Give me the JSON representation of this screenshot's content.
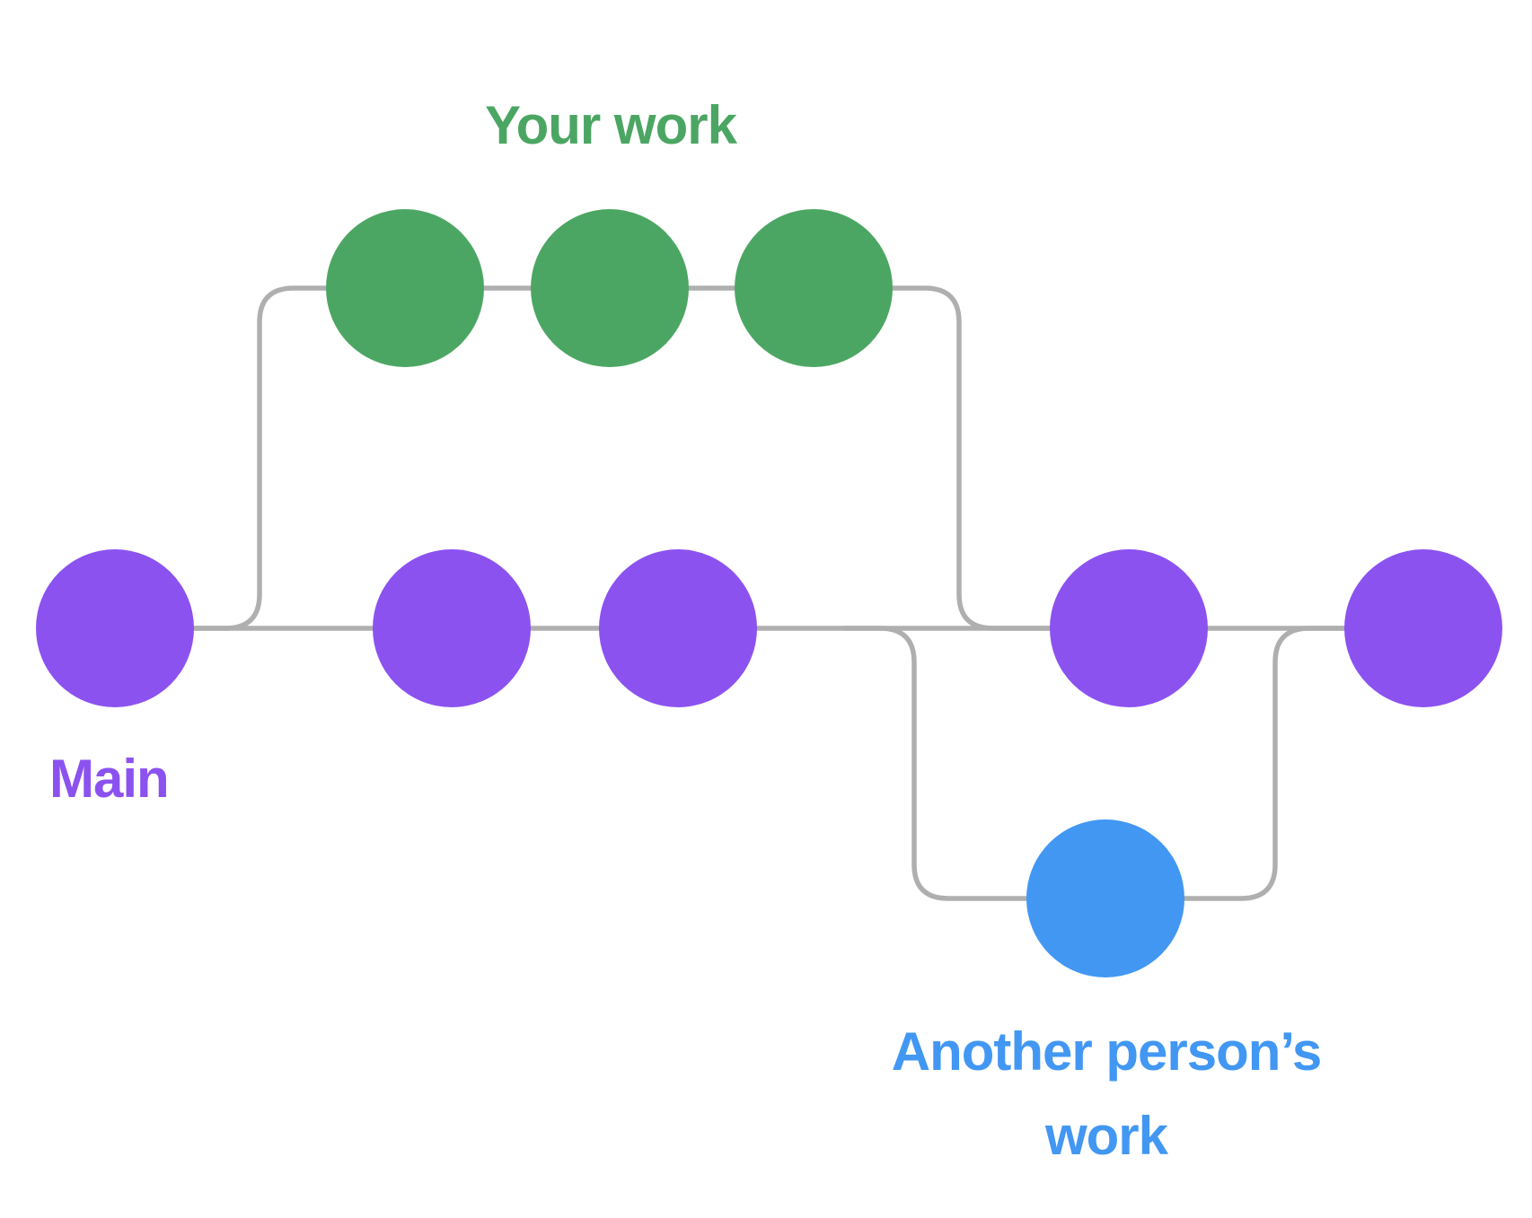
{
  "labels": {
    "your_work": "Your work",
    "main": "Main",
    "another_person_line1": "Another person’s",
    "another_person_line2": "work"
  },
  "colors": {
    "main_branch": "#8B52F0",
    "your_work_branch": "#4CA663",
    "another_person_branch": "#4297F3",
    "connector_line": "#AFAFAF",
    "background": "#FFFFFF"
  },
  "diagram": {
    "type": "git-branch-diagram",
    "branches": [
      {
        "label": "Main",
        "color": "#8B52F0",
        "commit_count": 5,
        "row": "center"
      },
      {
        "label": "Your work",
        "color": "#4CA663",
        "commit_count": 3,
        "row": "top",
        "forks_from": "Main",
        "merges_into": "Main"
      },
      {
        "label": "Another person’s work",
        "color": "#4297F3",
        "commit_count": 1,
        "row": "bottom",
        "forks_from": "Main",
        "merges_into": "Main"
      }
    ]
  }
}
